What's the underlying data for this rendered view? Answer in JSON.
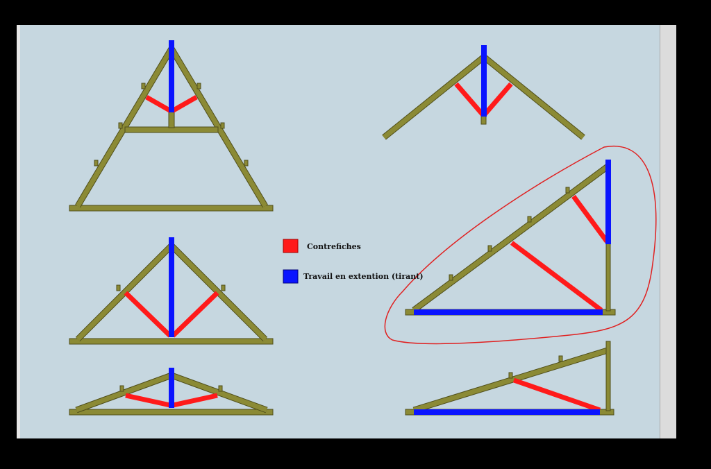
{
  "legend": {
    "items": [
      {
        "label": "Contrefiches",
        "color": "#ff1a1a"
      },
      {
        "label": "Travail en extention (tirant)",
        "color": "#0a14ff"
      }
    ]
  },
  "colors": {
    "timber": "#8b8a35",
    "timber_edge": "#4f4e1a",
    "strut": "#ff1a1a",
    "tie": "#0a14ff",
    "background": "#c6d7e0",
    "highlight_outline": "#e02020"
  },
  "trusses": [
    {
      "name": "tall-truss-with-collar",
      "struts": 2,
      "tension_members": 1
    },
    {
      "name": "roof-apex-no-tie",
      "struts": 2,
      "tension_members": 1
    },
    {
      "name": "medium-truss",
      "struts": 2,
      "tension_members": 1
    },
    {
      "name": "half-truss-highlighted",
      "struts": 2,
      "tension_members": 2
    },
    {
      "name": "low-truss",
      "struts": 2,
      "tension_members": 1
    },
    {
      "name": "low-half-truss",
      "struts": 1,
      "tension_members": 1
    }
  ]
}
